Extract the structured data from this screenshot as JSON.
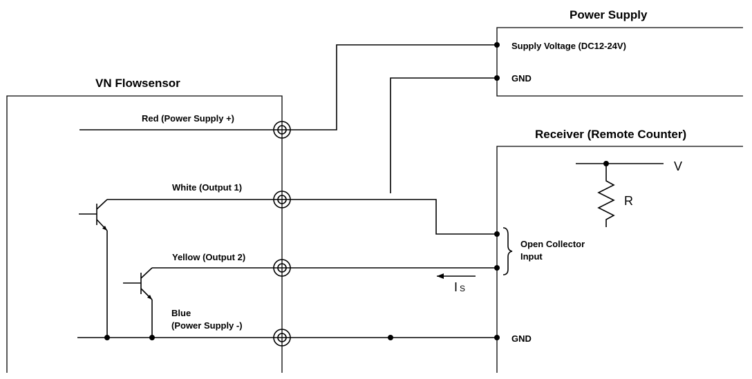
{
  "sensor": {
    "title": "VN Flowsensor",
    "wires": {
      "red": "Red (Power Supply +)",
      "white": "White (Output 1)",
      "yellow": "Yellow (Output 2)",
      "blue_line1": "Blue",
      "blue_line2": "(Power Supply -)"
    }
  },
  "power_supply": {
    "title": "Power Supply",
    "voltage": "Supply Voltage (DC12-24V)",
    "gnd": "GND"
  },
  "receiver": {
    "title": "Receiver (Remote Counter)",
    "v": "V",
    "r": "R",
    "input_line1": "Open Collector",
    "input_line2": "Input",
    "current_main": "I",
    "current_sub": "S",
    "gnd": "GND"
  }
}
